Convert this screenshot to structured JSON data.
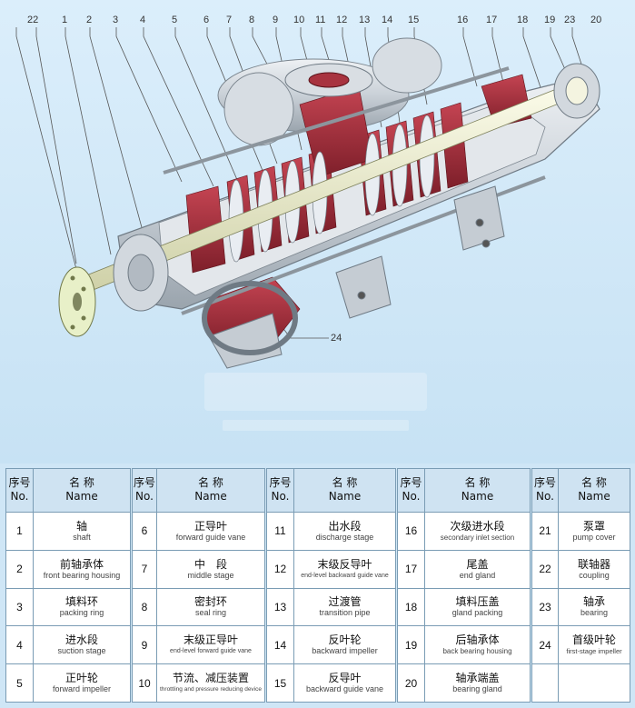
{
  "callouts_top": [
    "22",
    "1",
    "2",
    "3",
    "4",
    "5",
    "6",
    "7",
    "8",
    "9",
    "10",
    "11",
    "12",
    "13",
    "14",
    "15",
    "16",
    "17",
    "18",
    "19",
    "23",
    "20"
  ],
  "callout_bottom": "24",
  "legend": {
    "header": {
      "num_zh": "序号",
      "num_en": "No.",
      "name_zh": "名 称",
      "name_en": "Name"
    },
    "columns": [
      [
        {
          "no": "1",
          "zh": "轴",
          "en": "shaft"
        },
        {
          "no": "2",
          "zh": "前轴承体",
          "en": "front bearing housing"
        },
        {
          "no": "3",
          "zh": "填料环",
          "en": "packing ring"
        },
        {
          "no": "4",
          "zh": "进水段",
          "en": "suction stage"
        },
        {
          "no": "5",
          "zh": "正叶轮",
          "en": "forward impeller"
        }
      ],
      [
        {
          "no": "6",
          "zh": "正导叶",
          "en": "forward guide vane"
        },
        {
          "no": "7",
          "zh": "中　段",
          "en": "middle stage"
        },
        {
          "no": "8",
          "zh": "密封环",
          "en": "seal ring"
        },
        {
          "no": "9",
          "zh": "末级正导叶",
          "en": "end-level forward guide vane"
        },
        {
          "no": "10",
          "zh": "节流、减压装置",
          "en": "throttling and pressure reducing device"
        }
      ],
      [
        {
          "no": "11",
          "zh": "出水段",
          "en": "discharge stage"
        },
        {
          "no": "12",
          "zh": "末级反导叶",
          "en": "end-level backward guide vane"
        },
        {
          "no": "13",
          "zh": "过渡管",
          "en": "transition pipe"
        },
        {
          "no": "14",
          "zh": "反叶轮",
          "en": "backward impeller"
        },
        {
          "no": "15",
          "zh": "反导叶",
          "en": "backward guide vane"
        }
      ],
      [
        {
          "no": "16",
          "zh": "次级进水段",
          "en": "secondary inlet section"
        },
        {
          "no": "17",
          "zh": "尾盖",
          "en": "end gland"
        },
        {
          "no": "18",
          "zh": "填料压盖",
          "en": "gland packing"
        },
        {
          "no": "19",
          "zh": "后轴承体",
          "en": "back bearing housing"
        },
        {
          "no": "20",
          "zh": "轴承端盖",
          "en": "bearing gland"
        }
      ],
      [
        {
          "no": "21",
          "zh": "泵罩",
          "en": "pump cover"
        },
        {
          "no": "22",
          "zh": "联轴器",
          "en": "coupling"
        },
        {
          "no": "23",
          "zh": "轴承",
          "en": "bearing"
        },
        {
          "no": "24",
          "zh": "首级叶轮",
          "en": "first-stage impeller"
        },
        {
          "no": "",
          "zh": "",
          "en": ""
        }
      ]
    ]
  },
  "colors": {
    "section_red": "#a8333f",
    "casing_grey": "#d2d8de",
    "shaft_cream": "#f1f1d6",
    "flange_green": "#e8f0c8",
    "table_border": "#7a9cb4",
    "header_fill": "#cfe3f2"
  }
}
